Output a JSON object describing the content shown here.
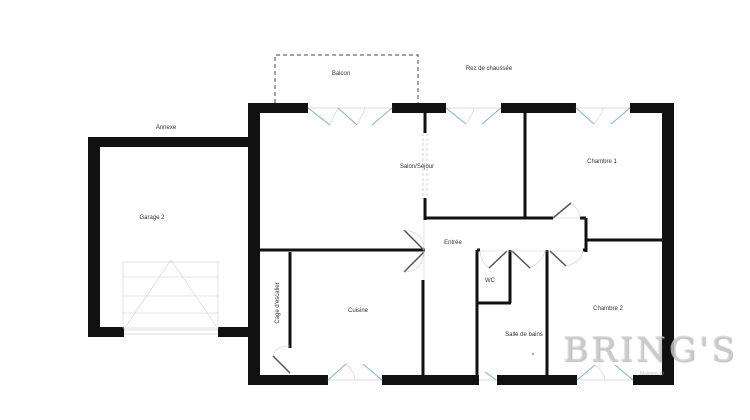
{
  "plan": {
    "level_title": "Rez de chaussée",
    "annex_title": "Annexe",
    "rooms": {
      "balcon": "Balcon",
      "salon": "Salon/Séjour",
      "chambre1": "Chambre 1",
      "entree": "Entrée",
      "wc": "WC",
      "cuisine": "Cuisine",
      "cage": "Cage d'escalier",
      "salle_bains": "Salle de bains",
      "chambre2": "Chambre 2",
      "garage": "Garage 2"
    },
    "colors": {
      "wall": "#111111",
      "window": "#7fb0d8",
      "door": "#555555",
      "dashed": "#444444"
    }
  },
  "watermark": {
    "brand": "BRING'S",
    "tagline": "Maisons et"
  }
}
